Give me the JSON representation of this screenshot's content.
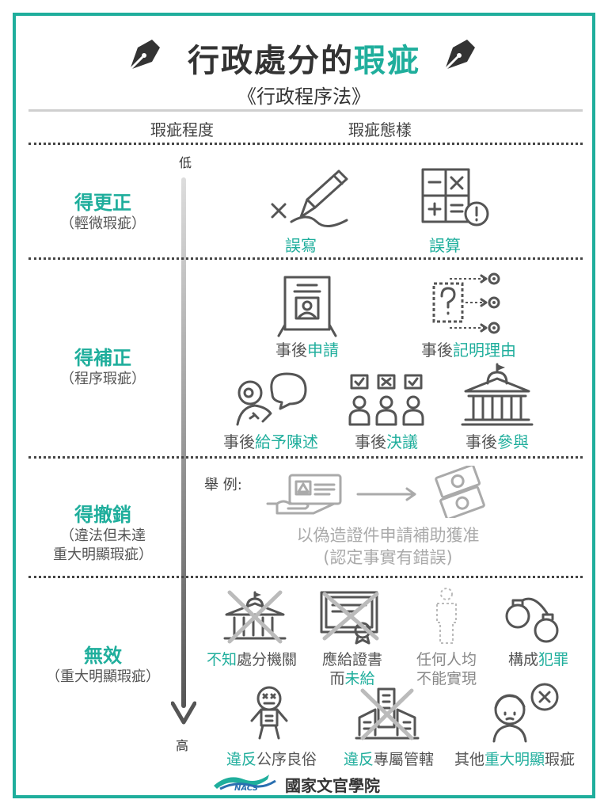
{
  "title": {
    "pre": "行政處分的",
    "highlight": "瑕疵"
  },
  "subtitle": "《行政程序法》",
  "columns": {
    "degree": "瑕疵程度",
    "form": "瑕疵態樣"
  },
  "axis": {
    "low": "低",
    "high": "高"
  },
  "categories": [
    {
      "main": "得更正",
      "sub": "（輕微瑕疵）"
    },
    {
      "main": "得補正",
      "sub": "（程序瑕疵）"
    },
    {
      "main": "得撤銷",
      "sub_line1": "（違法但未達",
      "sub_line2": "重大明顯瑕疵）"
    },
    {
      "main": "無效",
      "sub": "（重大明顯瑕疵）"
    }
  ],
  "correct": {
    "item1": "誤寫",
    "item2": "誤算"
  },
  "supplement": {
    "apply_pre": "事後",
    "apply_hl": "申請",
    "reason_pre": "事後",
    "reason_hl": "記明理由",
    "state_pre": "事後",
    "state_hl": "給予陳述",
    "resolve_pre": "事後",
    "resolve_hl": "決議",
    "join_pre": "事後",
    "join_hl": "參與"
  },
  "revoke": {
    "example_label": "舉 例:",
    "line1": "以偽造證件申請補助獲准",
    "line2": "(認定事實有錯誤)"
  },
  "invalid": {
    "agency_hl": "不知",
    "agency_rest": "處分機關",
    "cert_line1": "應給證書",
    "cert_line2_pre": "而",
    "cert_line2_hl": "未給",
    "impossible_line1": "任何人均",
    "impossible_line2": "不能實現",
    "crime_pre": "構成",
    "crime_hl": "犯罪",
    "moral_hl": "違反",
    "moral_rest": "公序良俗",
    "jurisdiction_hl": "違反",
    "jurisdiction_rest": "專屬管轄",
    "other_pre": "其他",
    "other_hl": "重大明顯",
    "other_post": "瑕疵"
  },
  "footer": {
    "logo_text": "NACS",
    "org_name": "國家文官學院"
  },
  "colors": {
    "accent": "#1fae9c",
    "text": "#333333",
    "muted": "#aaaaaa"
  }
}
